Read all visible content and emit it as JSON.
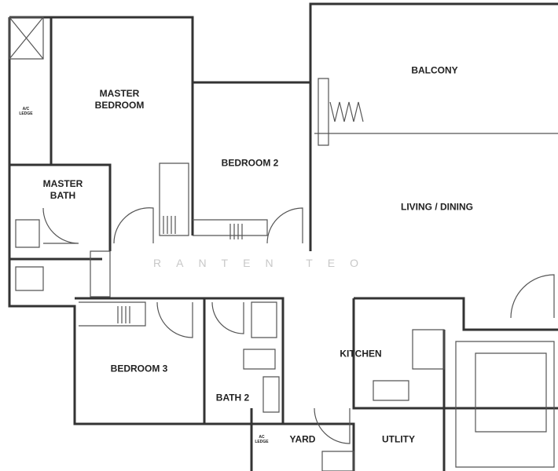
{
  "rooms": {
    "master_bedroom": "MASTER\nBEDROOM",
    "master_bedroom_l1": "MASTER",
    "master_bedroom_l2": "BEDROOM",
    "ac_ledge_l1": "A/C",
    "ac_ledge_l2": "LEDGE",
    "master_bath_l1": "MASTER",
    "master_bath_l2": "BATH",
    "bedroom2": "BEDROOM 2",
    "balcony": "BALCONY",
    "living_dining": "LIVING / DINING",
    "bedroom3": "BEDROOM 3",
    "bath2": "BATH 2",
    "kitchen": "KITCHEN",
    "ac_ledge2_l1": "AC",
    "ac_ledge2_l2": "LEDGE",
    "yard": "YARD",
    "utility": "UTLITY"
  },
  "watermark": "RANTEN TEO"
}
